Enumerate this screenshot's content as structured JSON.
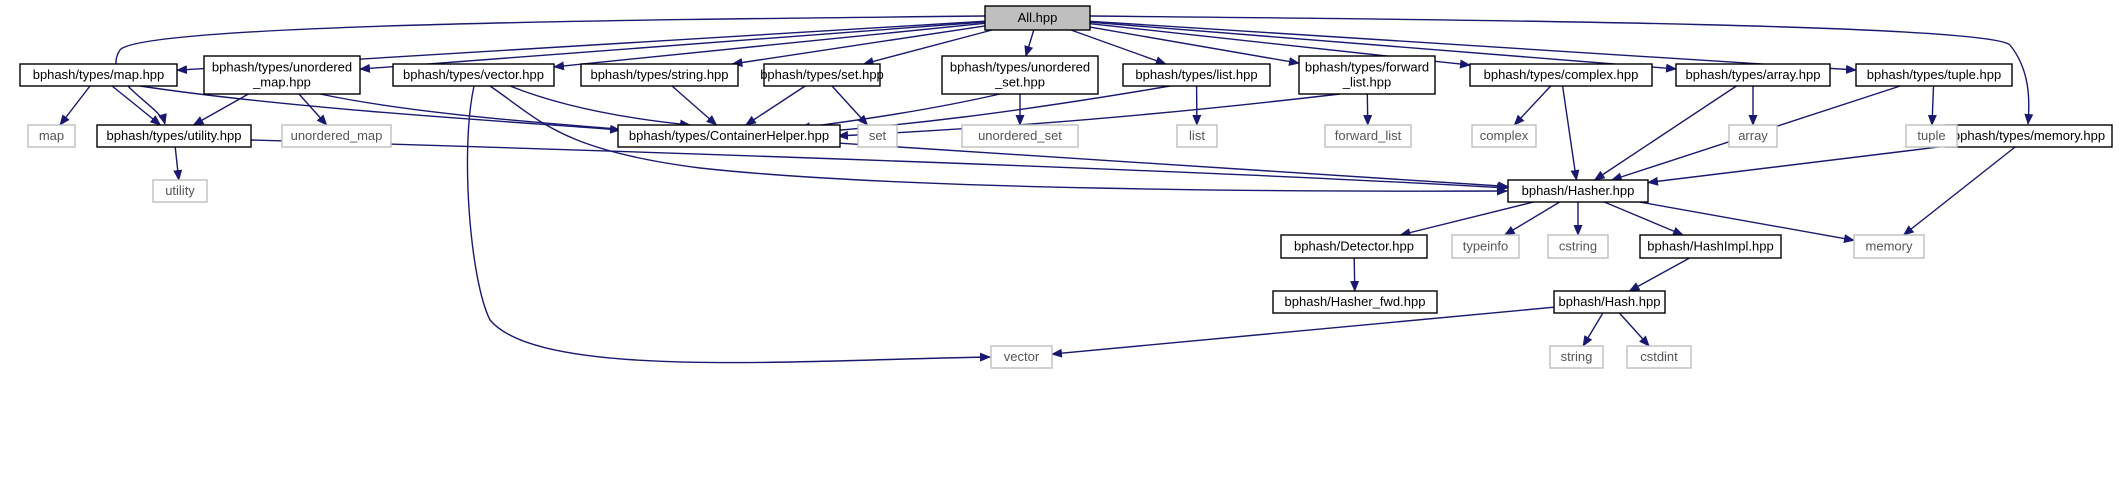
{
  "graph": {
    "title": "All.hpp",
    "colors": {
      "edge": "#191970",
      "node_border": "#000000",
      "external_border": "#bfbfbf",
      "root_fill": "#bfbfbf",
      "node_fill": "#ffffff",
      "text": "#000000",
      "external_text": "#555555"
    },
    "nodes": [
      {
        "id": "all",
        "lines": [
          "All.hpp"
        ],
        "kind": "root"
      },
      {
        "id": "map_hpp",
        "lines": [
          "bphash/types/map.hpp"
        ],
        "kind": "file"
      },
      {
        "id": "umap_hpp",
        "lines": [
          "bphash/types/unordered",
          "_map.hpp"
        ],
        "kind": "file"
      },
      {
        "id": "vector_hpp",
        "lines": [
          "bphash/types/vector.hpp"
        ],
        "kind": "file"
      },
      {
        "id": "string_hpp",
        "lines": [
          "bphash/types/string.hpp"
        ],
        "kind": "file"
      },
      {
        "id": "set_hpp",
        "lines": [
          "bphash/types/set.hpp"
        ],
        "kind": "file"
      },
      {
        "id": "uset_hpp",
        "lines": [
          "bphash/types/unordered",
          "_set.hpp"
        ],
        "kind": "file"
      },
      {
        "id": "list_hpp",
        "lines": [
          "bphash/types/list.hpp"
        ],
        "kind": "file"
      },
      {
        "id": "flist_hpp",
        "lines": [
          "bphash/types/forward",
          "_list.hpp"
        ],
        "kind": "file"
      },
      {
        "id": "complex_hpp",
        "lines": [
          "bphash/types/complex.hpp"
        ],
        "kind": "file"
      },
      {
        "id": "array_hpp",
        "lines": [
          "bphash/types/array.hpp"
        ],
        "kind": "file"
      },
      {
        "id": "tuple_hpp",
        "lines": [
          "bphash/types/tuple.hpp"
        ],
        "kind": "file"
      },
      {
        "id": "memory_hpp",
        "lines": [
          "bphash/types/memory.hpp"
        ],
        "kind": "file"
      },
      {
        "id": "utility_hpp",
        "lines": [
          "bphash/types/utility.hpp"
        ],
        "kind": "file"
      },
      {
        "id": "container",
        "lines": [
          "bphash/types/ContainerHelper.hpp"
        ],
        "kind": "file"
      },
      {
        "id": "hasher",
        "lines": [
          "bphash/Hasher.hpp"
        ],
        "kind": "file"
      },
      {
        "id": "detector",
        "lines": [
          "bphash/Detector.hpp"
        ],
        "kind": "file"
      },
      {
        "id": "hashimpl",
        "lines": [
          "bphash/HashImpl.hpp"
        ],
        "kind": "file"
      },
      {
        "id": "hasher_fwd",
        "lines": [
          "bphash/Hasher_fwd.hpp"
        ],
        "kind": "file"
      },
      {
        "id": "hash",
        "lines": [
          "bphash/Hash.hpp"
        ],
        "kind": "file"
      },
      {
        "id": "ext_map",
        "lines": [
          "map"
        ],
        "kind": "external"
      },
      {
        "id": "ext_unordered_map",
        "lines": [
          "unordered_map"
        ],
        "kind": "external"
      },
      {
        "id": "ext_set",
        "lines": [
          "set"
        ],
        "kind": "external"
      },
      {
        "id": "ext_unordered_set",
        "lines": [
          "unordered_set"
        ],
        "kind": "external"
      },
      {
        "id": "ext_list",
        "lines": [
          "list"
        ],
        "kind": "external"
      },
      {
        "id": "ext_forward_list",
        "lines": [
          "forward_list"
        ],
        "kind": "external"
      },
      {
        "id": "ext_complex",
        "lines": [
          "complex"
        ],
        "kind": "external"
      },
      {
        "id": "ext_array",
        "lines": [
          "array"
        ],
        "kind": "external"
      },
      {
        "id": "ext_tuple",
        "lines": [
          "tuple"
        ],
        "kind": "external"
      },
      {
        "id": "ext_utility",
        "lines": [
          "utility"
        ],
        "kind": "external"
      },
      {
        "id": "ext_typeinfo",
        "lines": [
          "typeinfo"
        ],
        "kind": "external"
      },
      {
        "id": "ext_cstring",
        "lines": [
          "cstring"
        ],
        "kind": "external"
      },
      {
        "id": "ext_memory",
        "lines": [
          "memory"
        ],
        "kind": "external"
      },
      {
        "id": "ext_vector",
        "lines": [
          "vector"
        ],
        "kind": "external"
      },
      {
        "id": "ext_string",
        "lines": [
          "string"
        ],
        "kind": "external"
      },
      {
        "id": "ext_cstdint",
        "lines": [
          "cstdint"
        ],
        "kind": "external"
      }
    ],
    "edges": [
      {
        "from": "all",
        "to": "map_hpp"
      },
      {
        "from": "all",
        "to": "umap_hpp"
      },
      {
        "from": "all",
        "to": "vector_hpp"
      },
      {
        "from": "all",
        "to": "string_hpp"
      },
      {
        "from": "all",
        "to": "set_hpp"
      },
      {
        "from": "all",
        "to": "uset_hpp"
      },
      {
        "from": "all",
        "to": "list_hpp"
      },
      {
        "from": "all",
        "to": "flist_hpp"
      },
      {
        "from": "all",
        "to": "complex_hpp"
      },
      {
        "from": "all",
        "to": "array_hpp"
      },
      {
        "from": "all",
        "to": "tuple_hpp"
      },
      {
        "from": "all",
        "to": "memory_hpp"
      },
      {
        "from": "all",
        "to": "utility_hpp"
      },
      {
        "from": "map_hpp",
        "to": "ext_map"
      },
      {
        "from": "map_hpp",
        "to": "utility_hpp"
      },
      {
        "from": "map_hpp",
        "to": "container"
      },
      {
        "from": "umap_hpp",
        "to": "utility_hpp"
      },
      {
        "from": "umap_hpp",
        "to": "ext_unordered_map"
      },
      {
        "from": "umap_hpp",
        "to": "container"
      },
      {
        "from": "vector_hpp",
        "to": "container"
      },
      {
        "from": "vector_hpp",
        "to": "hasher"
      },
      {
        "from": "vector_hpp",
        "to": "ext_vector"
      },
      {
        "from": "string_hpp",
        "to": "container"
      },
      {
        "from": "set_hpp",
        "to": "container"
      },
      {
        "from": "set_hpp",
        "to": "ext_set"
      },
      {
        "from": "uset_hpp",
        "to": "container"
      },
      {
        "from": "uset_hpp",
        "to": "ext_unordered_set"
      },
      {
        "from": "list_hpp",
        "to": "container"
      },
      {
        "from": "list_hpp",
        "to": "ext_list"
      },
      {
        "from": "flist_hpp",
        "to": "container"
      },
      {
        "from": "flist_hpp",
        "to": "ext_forward_list"
      },
      {
        "from": "complex_hpp",
        "to": "ext_complex"
      },
      {
        "from": "complex_hpp",
        "to": "hasher"
      },
      {
        "from": "array_hpp",
        "to": "hasher"
      },
      {
        "from": "array_hpp",
        "to": "ext_array"
      },
      {
        "from": "tuple_hpp",
        "to": "ext_tuple"
      },
      {
        "from": "tuple_hpp",
        "to": "hasher"
      },
      {
        "from": "memory_hpp",
        "to": "hasher"
      },
      {
        "from": "memory_hpp",
        "to": "ext_memory"
      },
      {
        "from": "utility_hpp",
        "to": "ext_utility"
      },
      {
        "from": "utility_hpp",
        "to": "hasher"
      },
      {
        "from": "container",
        "to": "hasher"
      },
      {
        "from": "hasher",
        "to": "detector"
      },
      {
        "from": "hasher",
        "to": "ext_typeinfo"
      },
      {
        "from": "hasher",
        "to": "ext_cstring"
      },
      {
        "from": "hasher",
        "to": "hashimpl"
      },
      {
        "from": "hasher",
        "to": "ext_memory"
      },
      {
        "from": "detector",
        "to": "hasher_fwd"
      },
      {
        "from": "hashimpl",
        "to": "hash"
      },
      {
        "from": "hash",
        "to": "ext_vector"
      },
      {
        "from": "hash",
        "to": "ext_string"
      },
      {
        "from": "hash",
        "to": "ext_cstdint"
      }
    ]
  }
}
